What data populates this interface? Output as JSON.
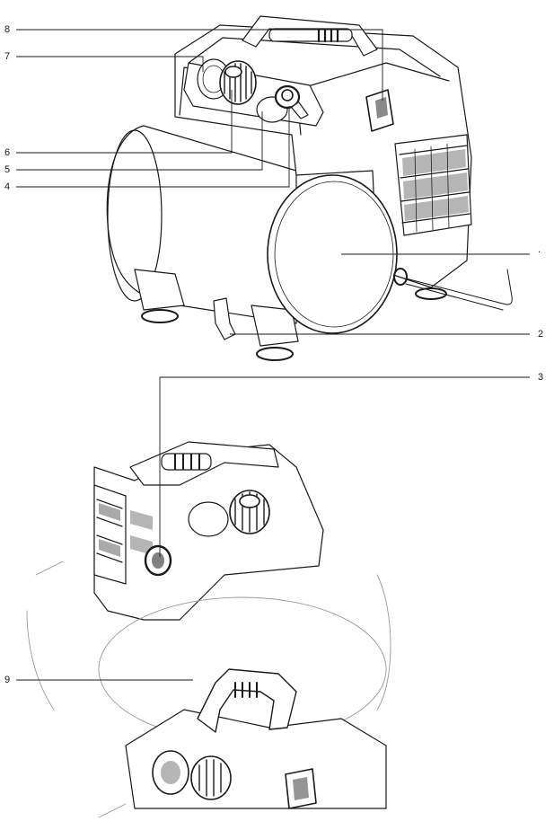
{
  "figure": {
    "callouts": [
      {
        "id": "c8",
        "label": "8"
      },
      {
        "id": "c7",
        "label": "7"
      },
      {
        "id": "c6",
        "label": "6"
      },
      {
        "id": "c5",
        "label": "5"
      },
      {
        "id": "c4",
        "label": "4"
      },
      {
        "id": "c1",
        "label": "."
      },
      {
        "id": "c2",
        "label": "2"
      },
      {
        "id": "c3",
        "label": "3"
      },
      {
        "id": "c9",
        "label": "9"
      }
    ]
  },
  "colors": {
    "line": "#1a1a1a",
    "faint": "#9a9a9a",
    "fill": "#ffffff",
    "dark": "#2a2a2a"
  }
}
